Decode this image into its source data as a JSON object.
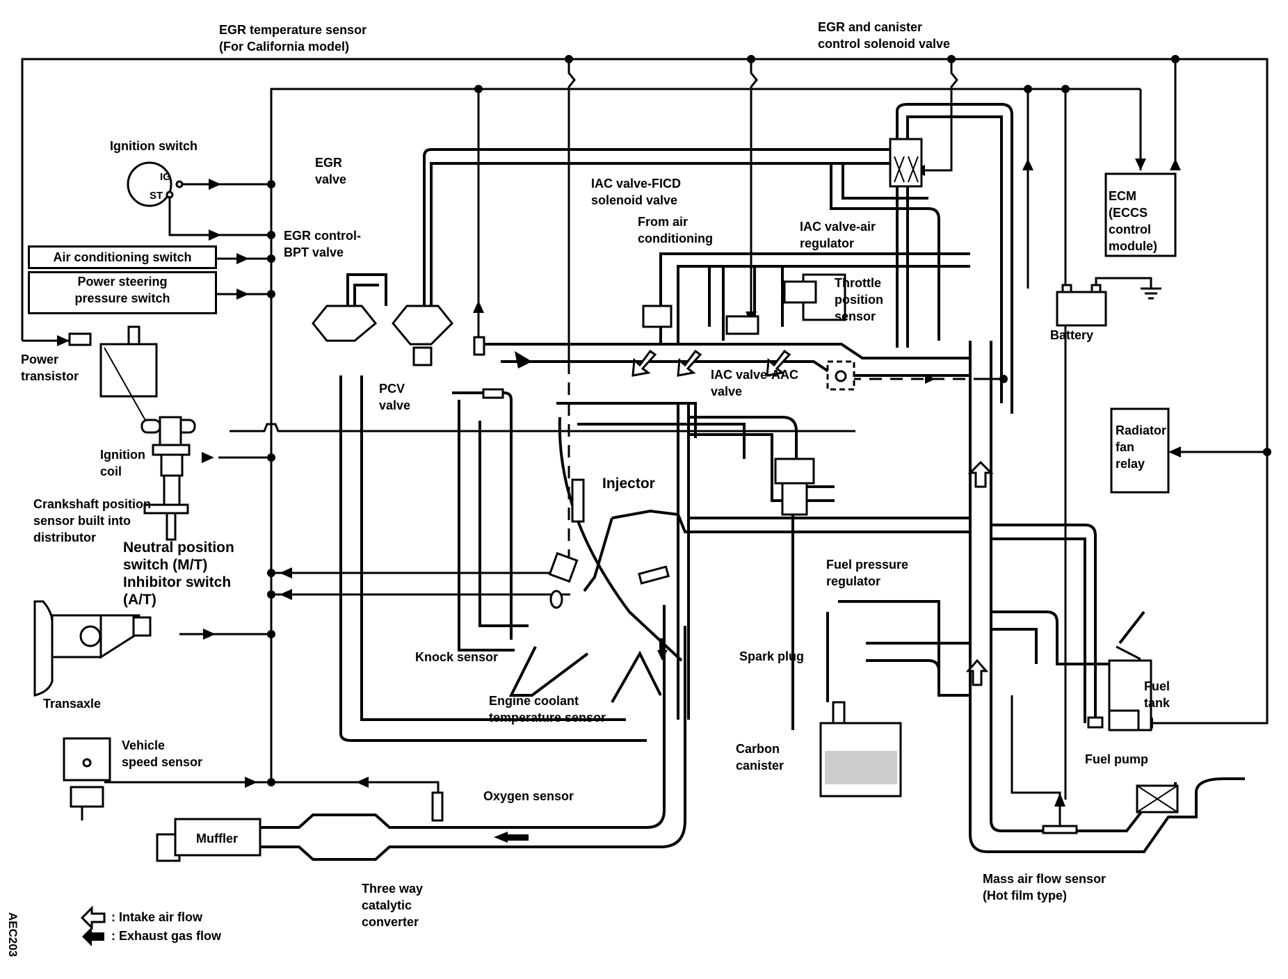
{
  "diagram": {
    "figure_code": "AEC203",
    "labels": {
      "egr_temp_sensor": "EGR temperature sensor\n(For California model)",
      "egr_canister_solenoid": "EGR and canister\ncontrol solenoid valve",
      "ignition_switch": "Ignition switch",
      "ig_terminal": "IG",
      "st_terminal": "ST",
      "egr_valve": "EGR\nvalve",
      "egr_control_bpt": "EGR control-\nBPT valve",
      "ac_switch": "Air conditioning switch",
      "ps_switch": "Power steering\npressure switch",
      "power_transistor": "Power\ntransistor",
      "ignition_coil": "Ignition\ncoil",
      "crankshaft_sensor": "Crankshaft position\nsensor built into\ndistributor",
      "neutral_switch": "Neutral position\nswitch (M/T)\nInhibitor switch\n(A/T)",
      "transaxle": "Transaxle",
      "vehicle_speed_sensor": "Vehicle\nspeed sensor",
      "muffler": "Muffler",
      "three_way_cat": "Three way\ncatalytic\nconverter",
      "oxygen_sensor": "Oxygen sensor",
      "pcv_valve": "PCV\nvalve",
      "injector": "Injector",
      "knock_sensor": "Knock sensor",
      "coolant_temp_sensor": "Engine coolant\ntemperature sensor",
      "spark_plug": "Spark plug",
      "iac_ficd": "IAC valve-FICD\nsolenoid valve",
      "from_ac": "From air\nconditioning",
      "iac_air_regulator": "IAC valve-air\nregulator",
      "throttle_position_sensor": "Throttle\nposition\nsensor",
      "iac_aac": "IAC valve-AAC\nvalve",
      "fuel_pressure_regulator": "Fuel pressure\nregulator",
      "carbon_canister": "Carbon\ncanister",
      "fuel_tank": "Fuel\ntank",
      "fuel_pump": "Fuel pump",
      "mass_air_flow": "Mass air flow sensor\n(Hot film type)",
      "ecm": "ECM\n(ECCS\ncontrol\nmodule)",
      "battery": "Battery",
      "radiator_fan_relay": "Radiator\nfan\nrelay"
    },
    "legend": {
      "intake": ": Intake air flow",
      "exhaust": ": Exhaust gas flow"
    }
  }
}
